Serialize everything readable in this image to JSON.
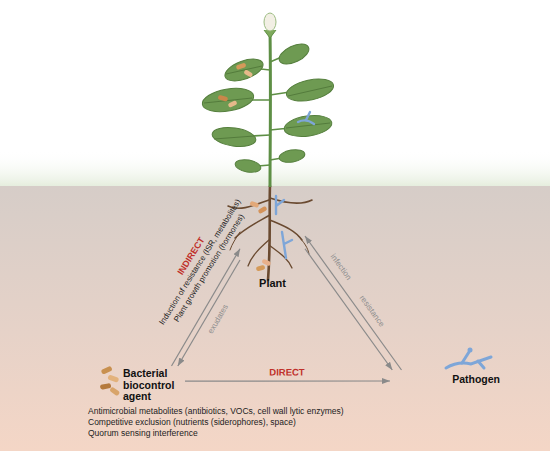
{
  "diagram": {
    "nodes": [
      {
        "text": [
          "Plant"
        ]
      },
      {
        "text": [
          "Bacterial biocontrol agent"
        ]
      },
      {
        "text": [
          "Pathogen"
        ]
      }
    ],
    "edges": [
      {
        "from": 1,
        "to": 0,
        "arrow": "to"
      },
      {
        "from": 0,
        "to": 1,
        "label": "exudates",
        "arrow": "to"
      },
      {
        "from": 1,
        "to": 2,
        "label": "DIRECT",
        "arrow": "to"
      },
      {
        "from": 2,
        "to": 0,
        "label": "infection",
        "arrow": "to"
      },
      {
        "from": 0,
        "to": 2,
        "label": "resistance",
        "arrow": "to"
      }
    ],
    "labels": [
      "INDIRECT",
      "Induction of resistance (ISR, metabolites)",
      "Plant growth promotion (hormones)",
      "Antimicrobial metabolites (antibiotics, VOCs, cell wall lytic enzymes)",
      "Competitive exclusion (nutrients (siderophores), space)",
      "Quorum sensing interference"
    ]
  }
}
